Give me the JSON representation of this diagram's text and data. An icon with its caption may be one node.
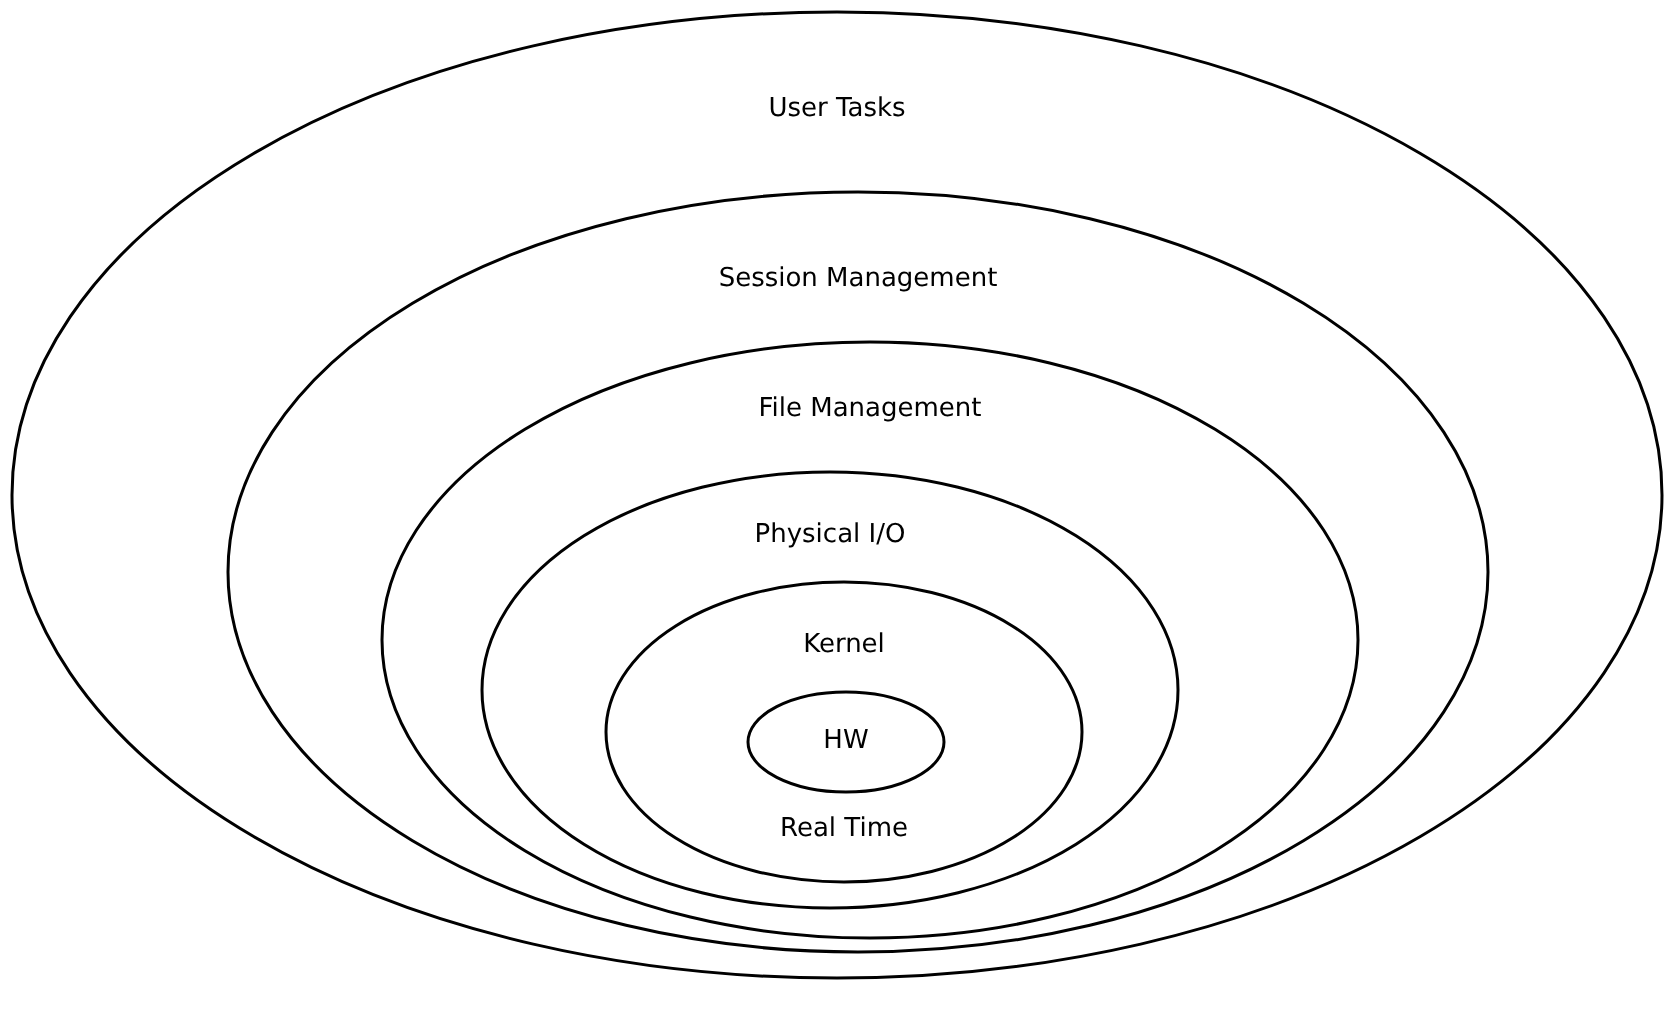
{
  "diagram": {
    "nodes": [
      {
        "text": [
          "User Tasks"
        ]
      },
      {
        "text": [
          "Session Management"
        ],
        "in": 0
      },
      {
        "text": [
          "File Management"
        ],
        "in": 1
      },
      {
        "text": [
          "Physical I/O"
        ],
        "in": 2
      },
      {
        "text": [
          "Kernel",
          "Real Time"
        ],
        "in": 3
      },
      {
        "text": [
          "HW"
        ],
        "in": 4
      }
    ]
  }
}
